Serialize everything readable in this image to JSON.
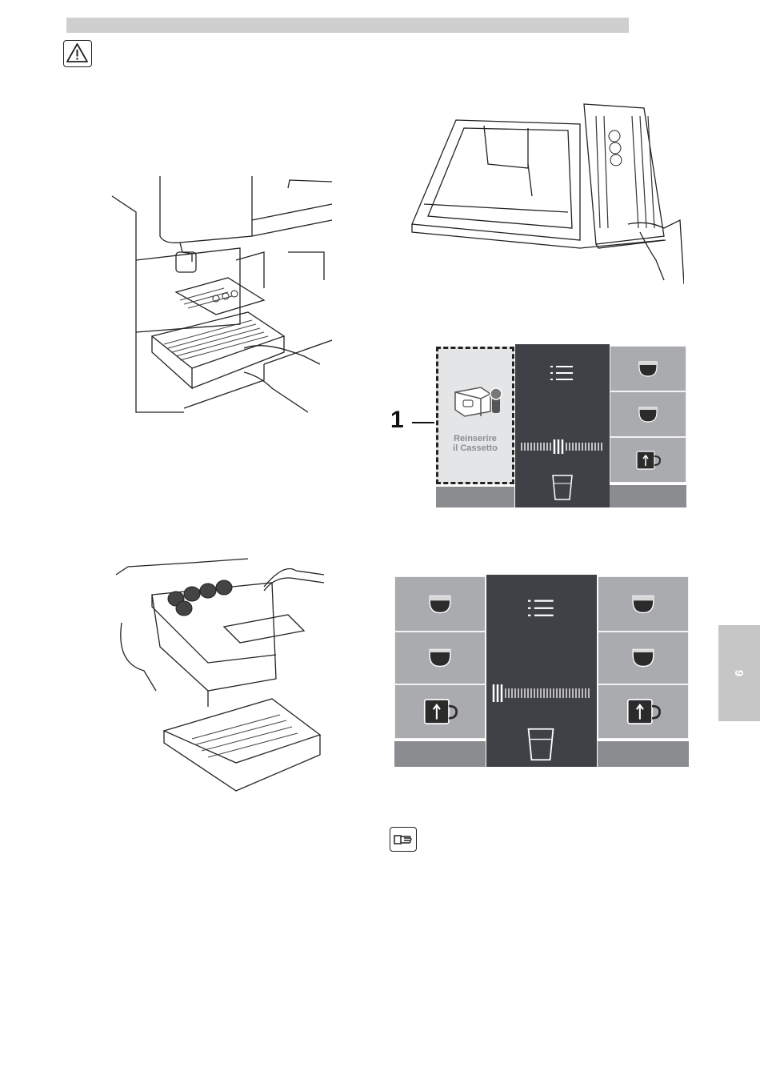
{
  "side_tab": {
    "page": "9"
  },
  "callout": {
    "number": "1"
  },
  "display1": {
    "message_line1": "Reinserire",
    "message_line2": "il Cassetto"
  },
  "icons": [
    "warning-icon",
    "note-hand-icon",
    "menu-list-icon",
    "cup-icon",
    "mug-icon",
    "glass-icon"
  ],
  "colors": {
    "panel_dark": "#3f4147",
    "tile_gray": "#a9abae",
    "header_gray": "#cfcfcf"
  }
}
